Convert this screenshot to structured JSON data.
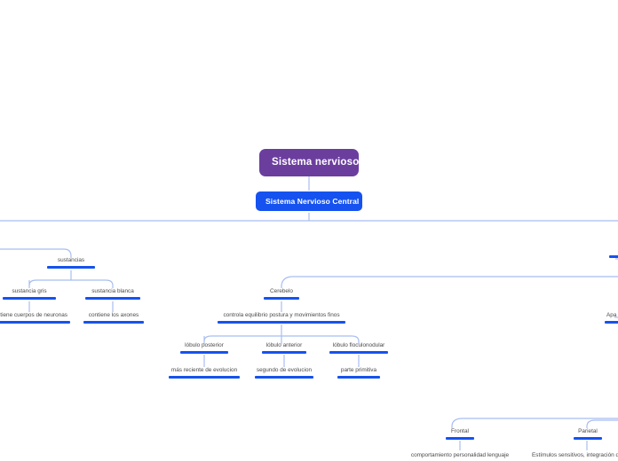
{
  "diagram": {
    "type": "mind-map",
    "title": "Sistema nervioso",
    "colors": {
      "root_fill": "#6B3E9E",
      "node_fill": "#1552F0",
      "bar": "#1552F0",
      "connector": "#A8BEF0",
      "text": "#4a4a4a",
      "background": "#ffffff"
    },
    "nodes": {
      "root": {
        "label": "Sistema nervioso"
      },
      "central": {
        "label": "Sistema Nervioso Central"
      },
      "sustancias": {
        "label": "sustancias"
      },
      "sustancia_gris": {
        "label": "sustancia gris"
      },
      "sustancia_blanca": {
        "label": "sustancia blanca"
      },
      "cuerpos_neuronas": {
        "label": "contiene cuerpos de neuronas"
      },
      "axones": {
        "label": "contiene los axones"
      },
      "cerebelo": {
        "label": "Cerebelo"
      },
      "controla": {
        "label": "controla equilibrio postura y movimientos finos"
      },
      "lobulo_posterior": {
        "label": "lóbulo posterior"
      },
      "lobulo_anterior": {
        "label": "lóbulo anterior"
      },
      "lobulo_floculonodular": {
        "label": "lóbulo floculonodular"
      },
      "mas_reciente": {
        "label": "más reciente de evolucion"
      },
      "segundo": {
        "label": "segundo de evolucion"
      },
      "parte_primitiva": {
        "label": "parte primitiva"
      },
      "clipped_top_right": {
        "label": ""
      },
      "clipped_aparato": {
        "label": "Apa"
      },
      "frontal": {
        "label": "Frontal"
      },
      "parietal": {
        "label": "Parietal"
      },
      "frontal_desc": {
        "label": "comportamiento personalidad lenguaje"
      },
      "parietal_desc": {
        "label": "Estímulos sensitivos, integración de"
      }
    }
  }
}
